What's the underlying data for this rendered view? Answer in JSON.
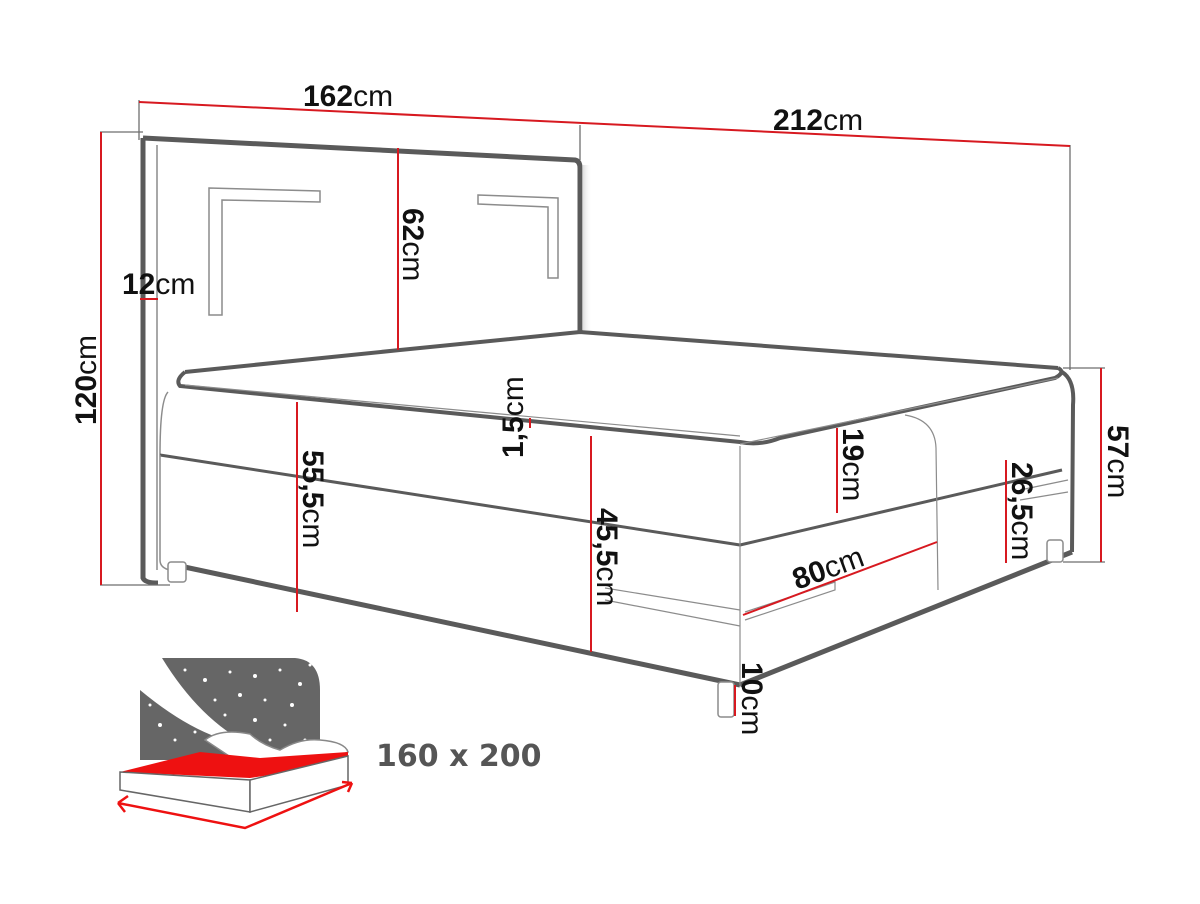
{
  "diagram": {
    "subject": "Boxspring bed dimension drawing",
    "colors": {
      "dimension_line": "#d71920",
      "outline": "#5a5a5a",
      "thin_line": "#8c8c8c",
      "text": "#111111",
      "icon_dark": "#666666",
      "icon_red": "#ee1111",
      "size_text": "#555555"
    },
    "dimensions": {
      "headboard_width": {
        "value": "162",
        "unit": "cm"
      },
      "total_length": {
        "value": "212",
        "unit": "cm"
      },
      "total_height": {
        "value": "120",
        "unit": "cm"
      },
      "headboard_thickness": {
        "value": "12",
        "unit": "cm"
      },
      "headboard_panel_height": {
        "value": "62",
        "unit": "cm"
      },
      "topper_thickness": {
        "value": "1,5",
        "unit": "cm"
      },
      "side_height_left": {
        "value": "55,5",
        "unit": "cm"
      },
      "front_height": {
        "value": "45,5",
        "unit": "cm"
      },
      "mattress_height": {
        "value": "19",
        "unit": "cm"
      },
      "base_height": {
        "value": "26,5",
        "unit": "cm"
      },
      "bed_height": {
        "value": "57",
        "unit": "cm"
      },
      "storage_width": {
        "value": "80",
        "unit": "cm"
      },
      "leg_height": {
        "value": "10",
        "unit": "cm"
      }
    },
    "mattress_icon": {
      "label": "160 x 200"
    }
  }
}
